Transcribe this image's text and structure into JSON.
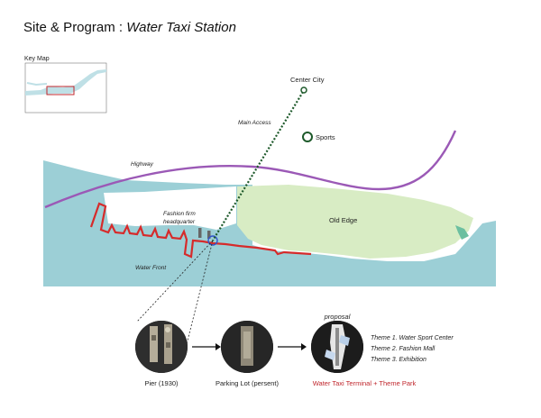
{
  "title": {
    "prefix": "Site & Program : ",
    "emphasis": "Water Taxi Station"
  },
  "key_map": {
    "label": "Key Map"
  },
  "map_labels": {
    "center_city": "Center City",
    "main_access": "Main Access",
    "sports": "Sports",
    "highway": "Highway",
    "old_edge": "Old Edge",
    "fashion_firm": [
      "Fashion firm",
      "headquarter"
    ],
    "water_front": "Water Front"
  },
  "sequence": {
    "pier": "Pier (1930)",
    "parking": "Parking Lot (persent)",
    "proposal": "proposal",
    "result": "Water Taxi Terminal + Theme Park"
  },
  "themes": [
    "Theme 1. Water Sport Center",
    "Theme 2. Fashion Mall",
    "Theme 3. Exhibition"
  ],
  "colors": {
    "water": "#9ccfd6",
    "old_edge": "#d8ecc4",
    "highway": "#9b59b6",
    "waterfront_edge": "#d62b2b",
    "access_path": "#1e5a2b",
    "result_text": "#c0272d"
  }
}
